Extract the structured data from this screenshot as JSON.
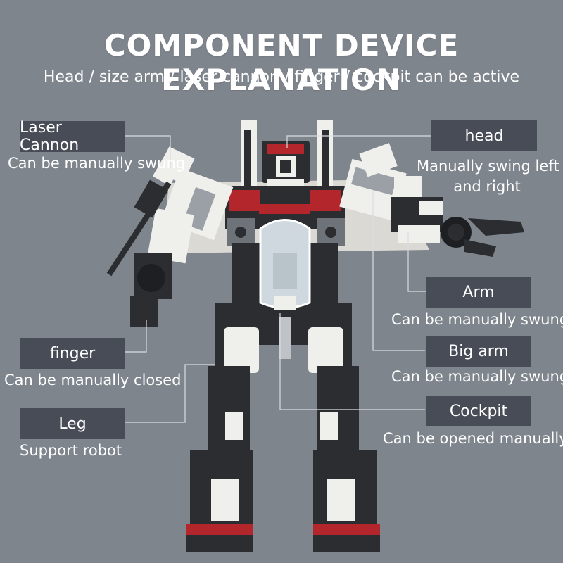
{
  "header": {
    "title": "COMPONENT DEVICE EXPLANATION",
    "subtitle": "Head / size arm / laser cannon / finger / cockpit can be active"
  },
  "callouts": {
    "laser_cannon": {
      "label": "Laser Cannon",
      "desc": "Can be manually swung"
    },
    "head": {
      "label": "head",
      "desc_line1": "Manually swing left",
      "desc_line2": "and right"
    },
    "arm": {
      "label": "Arm",
      "desc": "Can be manually swung"
    },
    "big_arm": {
      "label": "Big arm",
      "desc": "Can be manually swung"
    },
    "finger": {
      "label": "finger",
      "desc": "Can be manually closed"
    },
    "cockpit": {
      "label": "Cockpit",
      "desc": "Can be opened manually"
    },
    "leg": {
      "label": "Leg",
      "desc": "Support robot"
    }
  },
  "colors": {
    "background": "#7f858d",
    "label_box": "#474c56",
    "robot_dark": "#2b2d31",
    "robot_white": "#f1f1ee",
    "robot_red": "#b3262b",
    "robot_gray": "#9aa0a6",
    "cockpit_glass": "#cfd8de",
    "leader_line": "#d9dde1"
  }
}
